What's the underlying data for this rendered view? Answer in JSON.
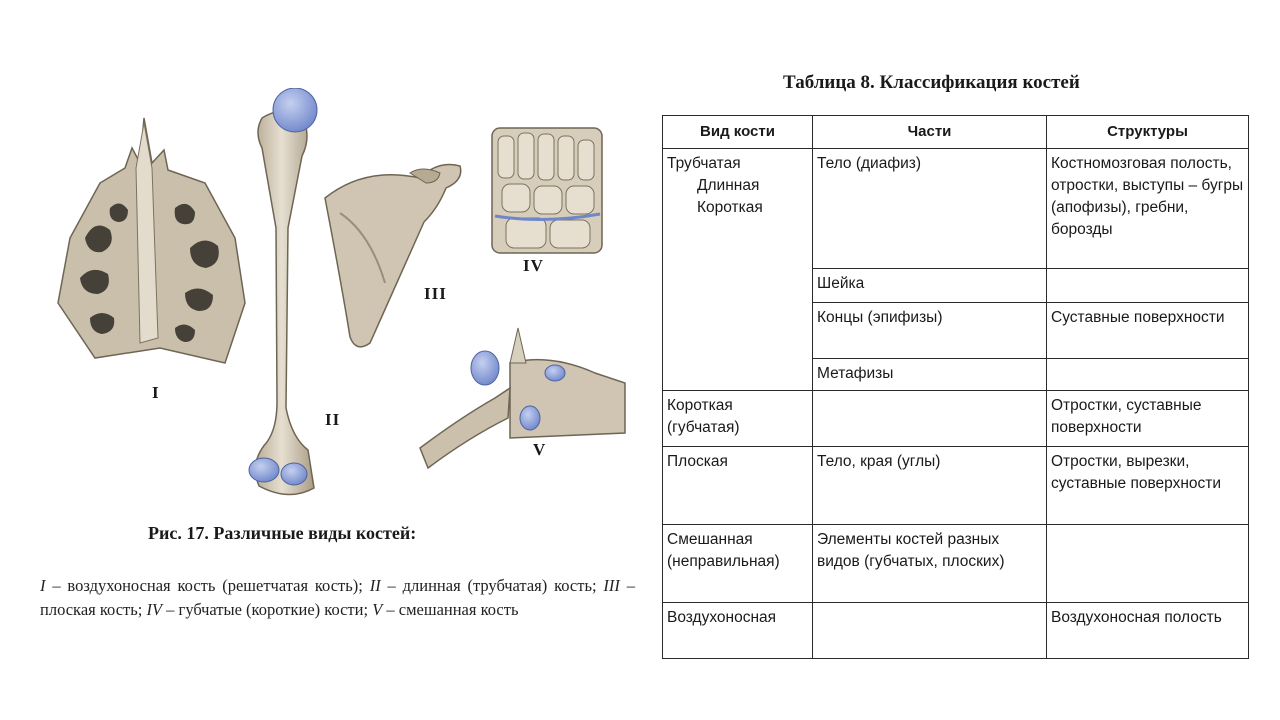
{
  "figure": {
    "labels": {
      "I": "I",
      "II": "II",
      "III": "III",
      "IV": "IV",
      "V": "V"
    },
    "caption": "Рис. 17. Различные виды костей:",
    "legend": [
      {
        "num": "I",
        "text": " – воздухоносная кость (решетчатая кость); "
      },
      {
        "num": "II",
        "text": " – длинная (трубчатая) кость; "
      },
      {
        "num": "III",
        "text": " – плоская кость; "
      },
      {
        "num": "IV",
        "text": " – губчатые (короткие) кости; "
      },
      {
        "num": "V",
        "text": " – смешанная кость"
      }
    ]
  },
  "table": {
    "title": "Таблица 8. Классификация костей",
    "headers": [
      "Вид кости",
      "Части",
      "Структуры"
    ],
    "group1": {
      "type_main": "Трубчатая",
      "type_sub1": "Длинная",
      "type_sub2": "Короткая",
      "rows": [
        {
          "part": "Тело (диафиз)",
          "structure": "Костномозговая полость, отростки, выступы – бугры (апофизы), гребни, борозды"
        },
        {
          "part": "Шейка",
          "structure": ""
        },
        {
          "part": "Концы (эпифизы)",
          "structure": "Суставные поверхности"
        },
        {
          "part": "Метафизы",
          "structure": ""
        }
      ]
    },
    "rows": [
      {
        "type": "Короткая (губчатая)",
        "part": "",
        "structure": "Отростки, суставные поверхности"
      },
      {
        "type": "Плоская",
        "part": "Тело, края (углы)",
        "structure": "Отростки, вырезки, суставные поверхности"
      },
      {
        "type": "Смешанная (неправильная)",
        "part": "Элементы костей разных видов (губчатых, плоских)",
        "structure": ""
      },
      {
        "type": "Воздухоносная",
        "part": "",
        "structure": "Воздухоносная полость"
      }
    ]
  },
  "colors": {
    "bone": "#d9d0bf",
    "bone_shade": "#a89c86",
    "cartilage": "#8fa3d9",
    "text": "#1a1a1a"
  }
}
